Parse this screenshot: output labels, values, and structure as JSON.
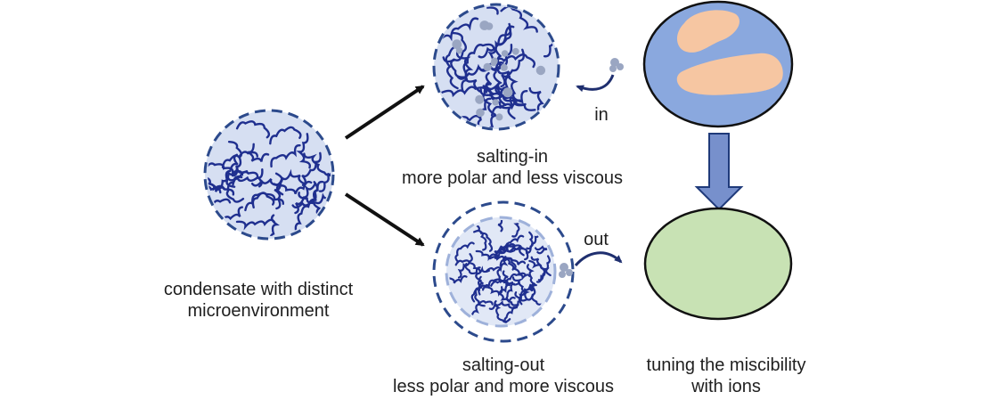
{
  "condensate": {
    "caption_line1": "condensate with distinct",
    "caption_line2": "microenvironment"
  },
  "salting_in": {
    "title": "salting-in",
    "description": "more polar and less viscous",
    "ion_label": "in"
  },
  "salting_out": {
    "title": "salting-out",
    "description": "less polar and more viscous",
    "ion_label": "out"
  },
  "miscibility": {
    "caption_line1": "tuning the miscibility",
    "caption_line2": "with ions"
  },
  "colors": {
    "polymer": "#1f2f8f",
    "condensate_fill": "#d6dff2",
    "condensate_border": "#2c4a8c",
    "ion": "#9aa6c2",
    "droplet_blue": "#8aa8de",
    "droplet_orange": "#f6c6a2",
    "droplet_green": "#c8e2b4",
    "block_arrow": "#7790cc"
  }
}
